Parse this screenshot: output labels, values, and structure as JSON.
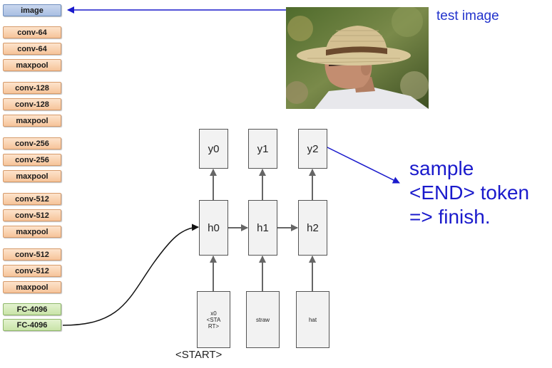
{
  "layers": [
    {
      "label": "image",
      "kind": "image"
    },
    {
      "label": "conv-64",
      "kind": "conv"
    },
    {
      "label": "conv-64",
      "kind": "conv"
    },
    {
      "label": "maxpool",
      "kind": "pool"
    },
    {
      "label": "conv-128",
      "kind": "conv"
    },
    {
      "label": "conv-128",
      "kind": "conv"
    },
    {
      "label": "maxpool",
      "kind": "pool"
    },
    {
      "label": "conv-256",
      "kind": "conv"
    },
    {
      "label": "conv-256",
      "kind": "conv"
    },
    {
      "label": "maxpool",
      "kind": "pool"
    },
    {
      "label": "conv-512",
      "kind": "conv"
    },
    {
      "label": "conv-512",
      "kind": "conv"
    },
    {
      "label": "maxpool",
      "kind": "pool"
    },
    {
      "label": "conv-512",
      "kind": "conv"
    },
    {
      "label": "conv-512",
      "kind": "conv"
    },
    {
      "label": "maxpool",
      "kind": "pool"
    },
    {
      "label": "FC-4096",
      "kind": "fc"
    },
    {
      "label": "FC-4096",
      "kind": "fc"
    }
  ],
  "rnn": {
    "outputs": [
      "y0",
      "y1",
      "y2"
    ],
    "hidden": [
      "h0",
      "h1",
      "h2"
    ],
    "inputs": [
      "x0\n<STA\nRT>",
      "straw",
      "hat"
    ]
  },
  "captions": {
    "test_image": "test image",
    "sample_line1": "sample",
    "sample_line2": "<END> token",
    "sample_line3": "=> finish.",
    "start": "<START>"
  },
  "colors": {
    "arrow_blue": "#1a1acc",
    "image_layer": "#b7c9e8",
    "conv_layer": "#f9d2b0",
    "fc_layer": "#d4eab8"
  }
}
